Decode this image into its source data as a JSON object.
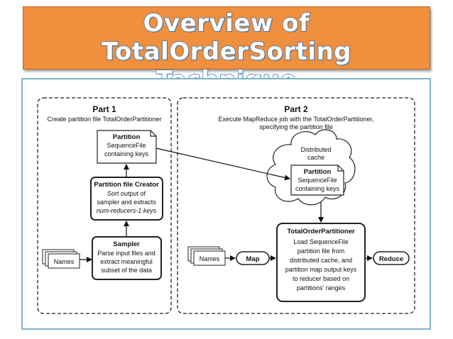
{
  "title": {
    "line1": "Overview of TotalOrderSorting",
    "line2": "Technique"
  },
  "diagram": {
    "part1": {
      "heading": "Part 1",
      "subheading": "Create partition file TotalOrderPartitioner",
      "partition_box": {
        "title": "Partition",
        "line1": "SequenceFile",
        "line2": "containing keys"
      },
      "creator_box": {
        "title": "Partition file Creator",
        "line1": "Sort output of",
        "line2": "sampler and extracts",
        "line3": "num-reducers-1 keys"
      },
      "sampler_box": {
        "title": "Sampler",
        "line1": "Parse input files and",
        "line2": "extract meaningful",
        "line3": "subset of the data"
      },
      "names_label": "Names"
    },
    "part2": {
      "heading": "Part 2",
      "subheading1": "Execute MapReduce job with the TotalOrderPartitioner,",
      "subheading2": "specifying the partition file",
      "cloud_line1": "Distributed",
      "cloud_line2": "cache",
      "cloud_partition": {
        "title": "Partition",
        "line1": "SequenceFile",
        "line2": "containing keys"
      },
      "top_box": {
        "title": "TotalOrderPartitioner",
        "line1": "Load SequenceFile",
        "line2": "partition file from",
        "line3": "distributed cache, and",
        "line4": "partition map output keys",
        "line5": "to reducer based on",
        "line6": "partitions' ranges"
      },
      "names_label": "Names",
      "map_label": "Map",
      "reduce_label": "Reduce"
    }
  }
}
